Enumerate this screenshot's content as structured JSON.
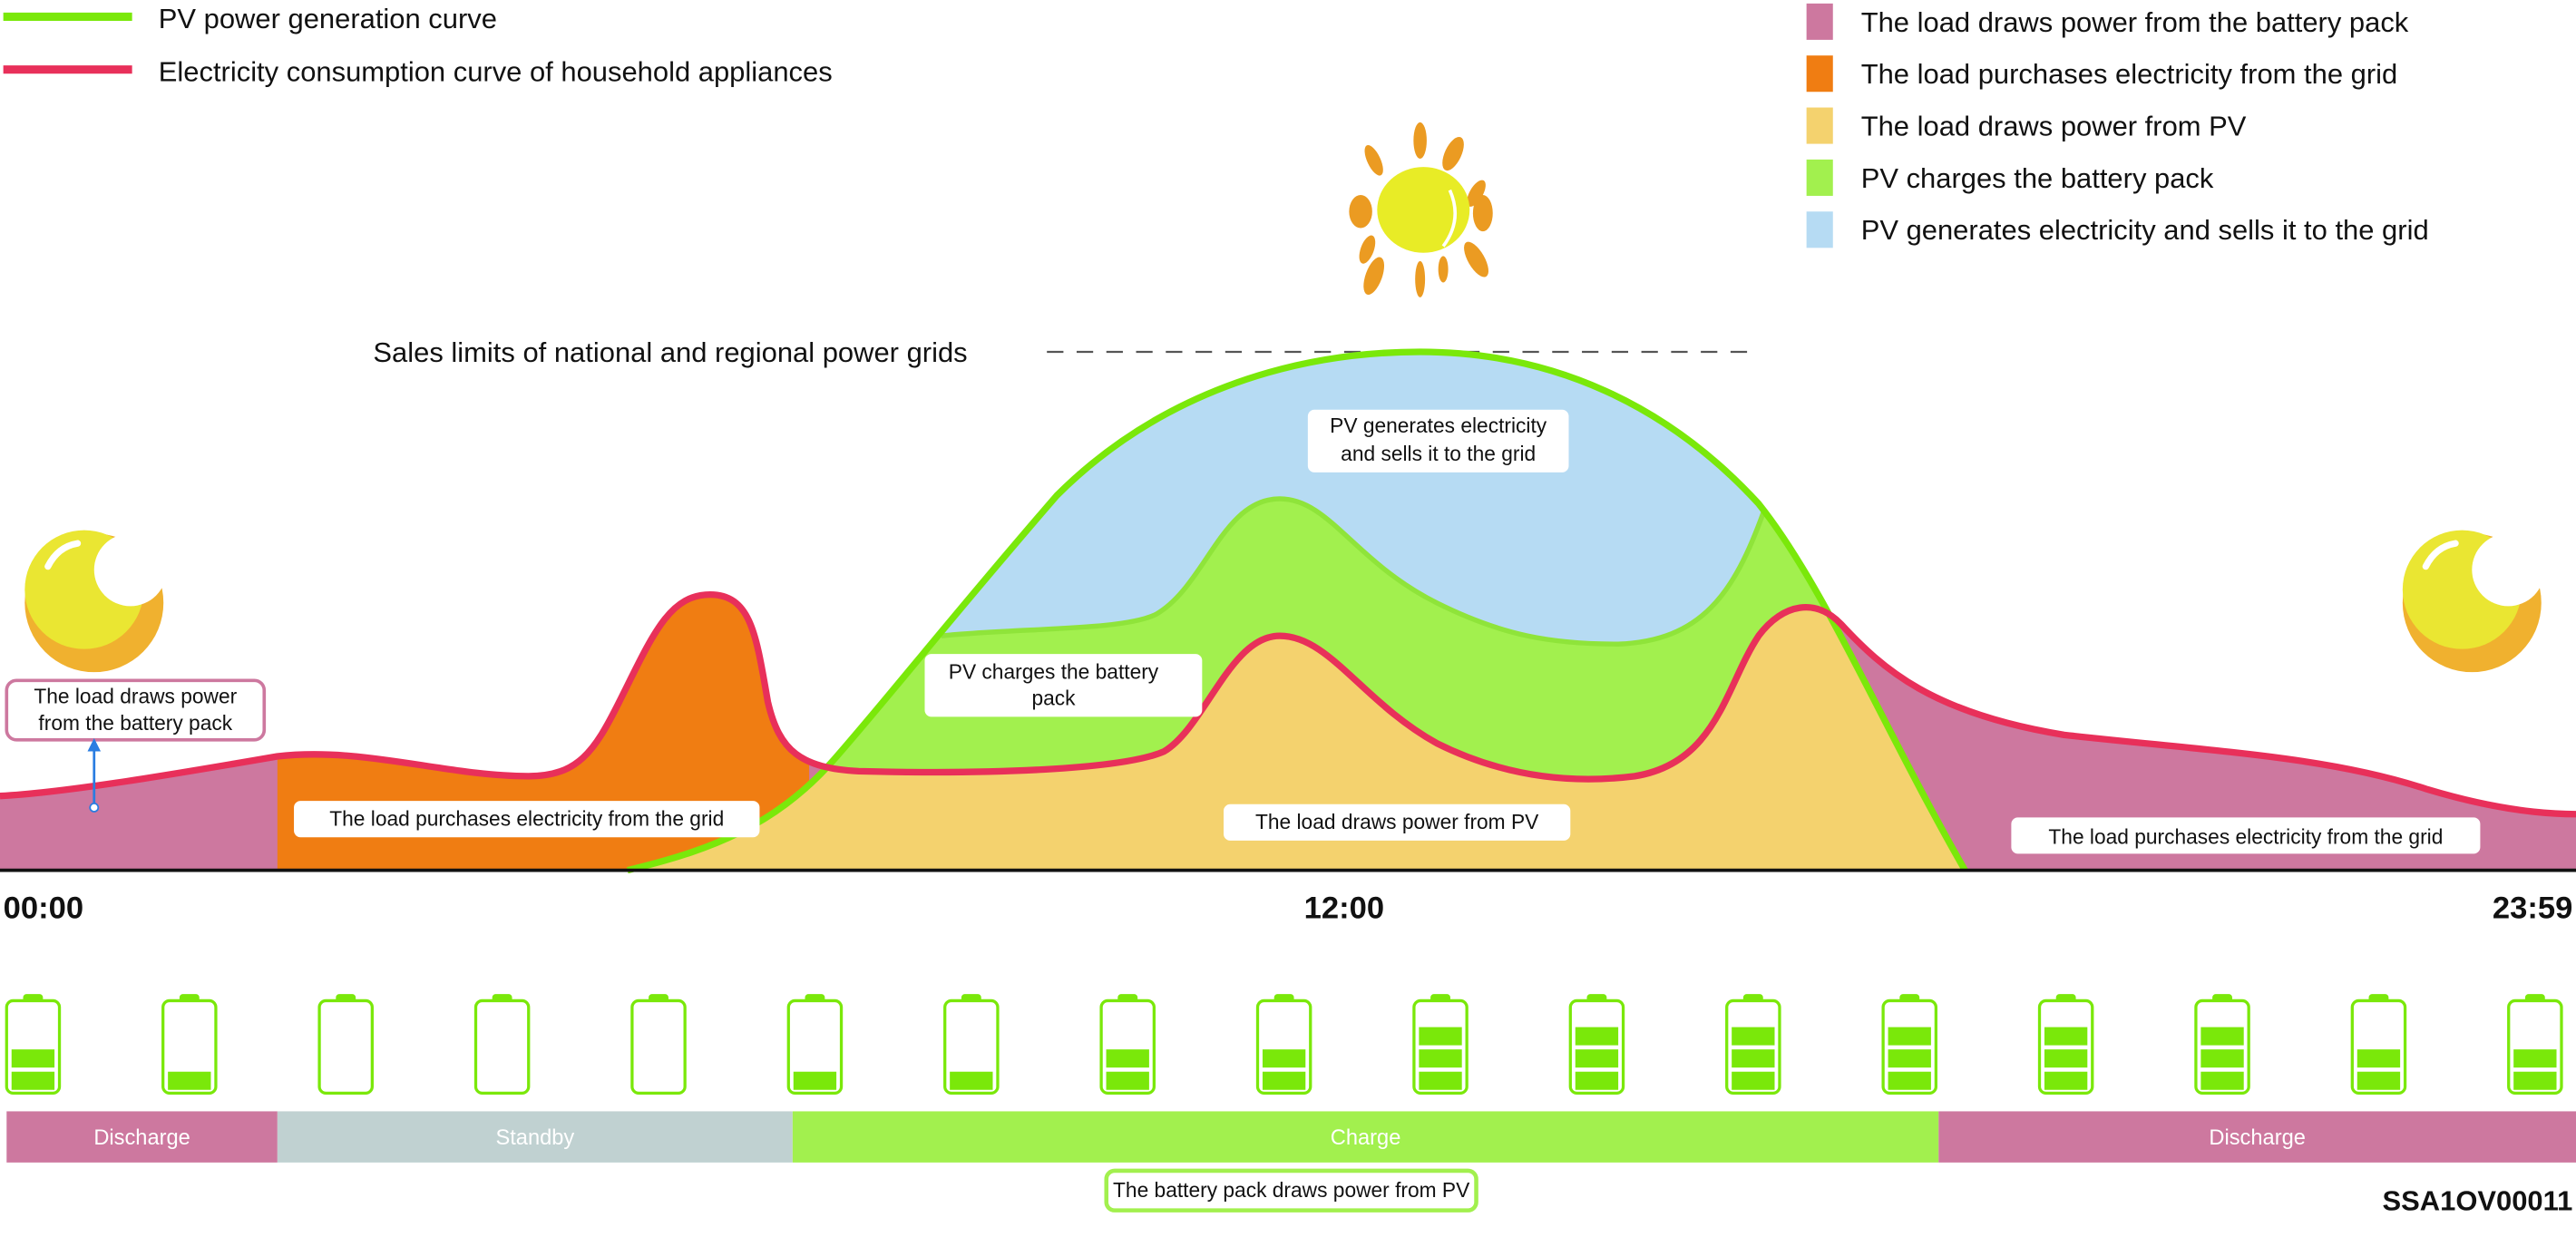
{
  "legend_lines": [
    {
      "label": "PV power generation curve",
      "color": "#7ae80a"
    },
    {
      "label": "Electricity consumption curve of household appliances",
      "color": "#e8305a"
    }
  ],
  "legend_areas": [
    {
      "label": "The load draws power from the battery pack",
      "color": "#cd789f"
    },
    {
      "label": "The load purchases electricity from the grid",
      "color": "#f07d12"
    },
    {
      "label": "The load draws power from PV",
      "color": "#f4d26e"
    },
    {
      "label": "PV charges the battery pack",
      "color": "#a2f04e"
    },
    {
      "label": "PV generates electricity and sells it to the grid",
      "color": "#b6dbf3"
    }
  ],
  "sales_limit_label": "Sales limits of national and regional power grids",
  "area_labels": {
    "battery_left": [
      "The load draws power",
      "from the battery pack"
    ],
    "grid_left": "The load purchases electricity from the grid",
    "pv_charges": [
      "PV charges the battery",
      "pack"
    ],
    "pv_sells": [
      "PV generates electricity",
      "and sells it to the grid"
    ],
    "load_pv": "The load draws power from PV",
    "grid_right": "The load purchases electricity from the grid"
  },
  "time_axis": {
    "start": "00:00",
    "mid": "12:00",
    "end": "23:59"
  },
  "battery_levels": [
    2,
    1,
    0,
    0,
    0,
    1,
    1,
    2,
    2,
    3,
    3,
    3,
    3,
    3,
    3,
    2,
    2
  ],
  "battery_max": 3,
  "modes": [
    {
      "label": "Discharge",
      "color": "#cd789f"
    },
    {
      "label": "Standby",
      "color": "#c0d1d1"
    },
    {
      "label": "Charge",
      "color": "#a2f04e"
    },
    {
      "label": "Discharge",
      "color": "#cd789f"
    }
  ],
  "charge_note": "The battery pack draws power from PV",
  "figure_id": "SSA1OV00011"
}
